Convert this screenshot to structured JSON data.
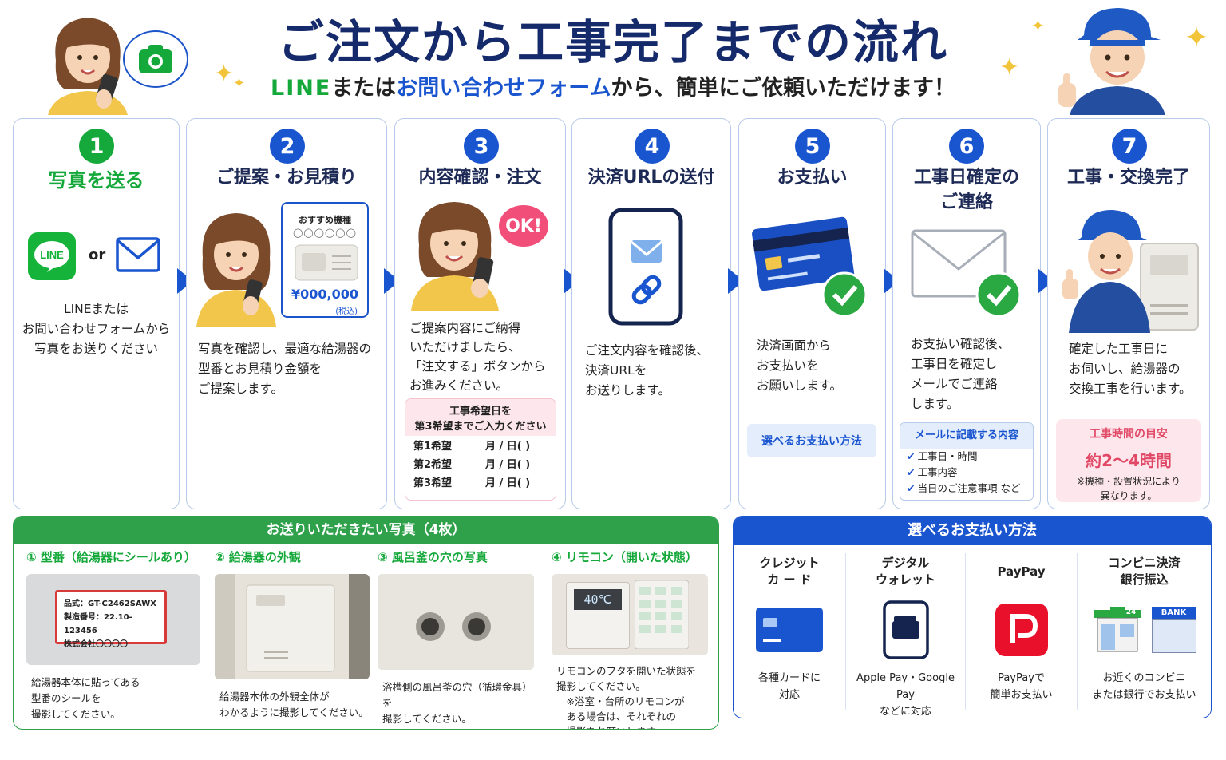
{
  "header": {
    "title": "ご注文から工事完了までの流れ",
    "subtitle_line": "LINE",
    "subtitle_mid": "または",
    "subtitle_form": "お問い合わせフォーム",
    "subtitle_rest": "から、簡単にご依頼いただけます！"
  },
  "steps": [
    {
      "num": "1",
      "title": "写真を送る",
      "or": "or",
      "desc": "LINEまたは\nお問い合わせフォームから\n写真をお送りください"
    },
    {
      "num": "2",
      "title": "ご提案・お見積り",
      "price_label": "おすすめ機種",
      "price_dots": "◯◯◯◯◯◯",
      "price_amount": "¥000,000",
      "price_tax": "(税込)",
      "desc": "写真を確認し、最適な給湯器の\n型番とお見積り金額を\nご提案します。"
    },
    {
      "num": "3",
      "title": "内容確認・注文",
      "ok": "OK!",
      "desc": "ご提案内容にご納得\nいただけましたら、\n「注文する」ボタンから\nお進みください。",
      "wish_head": "工事希望日を\n第3希望までご入力ください",
      "wishes": [
        {
          "label": "第1希望",
          "value": "月 / 日( )"
        },
        {
          "label": "第2希望",
          "value": "月 / 日( )"
        },
        {
          "label": "第3希望",
          "value": "月 / 日( )"
        }
      ]
    },
    {
      "num": "4",
      "title": "決済URLの送付",
      "desc": "ご注文内容を確認後、\n決済URLを\nお送りします。"
    },
    {
      "num": "5",
      "title": "お支払い",
      "desc": "決済画面から\nお支払いを\nお願いします。",
      "note": "選べるお支払い方法"
    },
    {
      "num": "6",
      "title": "工事日確定の\nご連絡",
      "desc": "お支払い確認後、\n工事日を確定し\nメールでご連絡\nします。",
      "mail_head": "メールに記載する内容",
      "mail_items": [
        "工事日・時間",
        "工事内容",
        "当日のご注意事項 など"
      ]
    },
    {
      "num": "7",
      "title": "工事・交換完了",
      "desc": "確定した工事日に\nお伺いし、給湯器の\n交換工事を行います。",
      "time_title": "工事時間の目安",
      "time_value": "約2〜4時間",
      "time_note": "※機種・設置状況により\n異なります。"
    }
  ],
  "photos": {
    "heading": "お送りいただきたい写真（4枚）",
    "items": [
      {
        "title": "① 型番（給湯器にシールあり）",
        "label_lines": [
          "品式：GT-C2462SAWX",
          "製造番号：22.10-123456",
          "株式会社〇〇〇〇"
        ],
        "desc": "給湯器本体に貼ってある\n型番のシールを\n撮影してください。"
      },
      {
        "title": "② 給湯器の外観",
        "desc": "給湯器本体の外観全体が\nわかるように撮影してください。"
      },
      {
        "title": "③ 風呂釜の穴の写真",
        "desc": "浴槽側の風呂釜の穴（循環金具）を\n撮影してください。"
      },
      {
        "title": "④ リモコン（開いた状態）",
        "remote_display": "40℃",
        "desc": "リモコンのフタを開いた状態を\n撮影してください。\n　※浴室・台所のリモコンが\n　ある場合は、それぞれの\n　撮影をお願いします。"
      }
    ]
  },
  "payments": {
    "heading": "選べるお支払い方法",
    "methods": [
      {
        "title": "クレジット\nカ ー ド",
        "desc": "各種カードに\n対応",
        "icon": "credit-card-icon"
      },
      {
        "title": "デジタル\nウォレット",
        "desc": "Apple Pay・Google Pay\nなどに対応",
        "icon": "wallet-icon"
      },
      {
        "title": "PayPay",
        "desc": "PayPayで\n簡単お支払い",
        "icon": "paypay-icon"
      },
      {
        "title": "コンビニ決済\n銀行振込",
        "desc": "お近くのコンビニ\nまたは銀行でお支払い",
        "store_sign": "24",
        "bank_sign": "BANK",
        "icon": "store-bank-icon"
      }
    ]
  },
  "colors": {
    "navy": "#152a6b",
    "green": "#15a83a",
    "blue": "#1a55d0",
    "pink": "#e14866"
  }
}
